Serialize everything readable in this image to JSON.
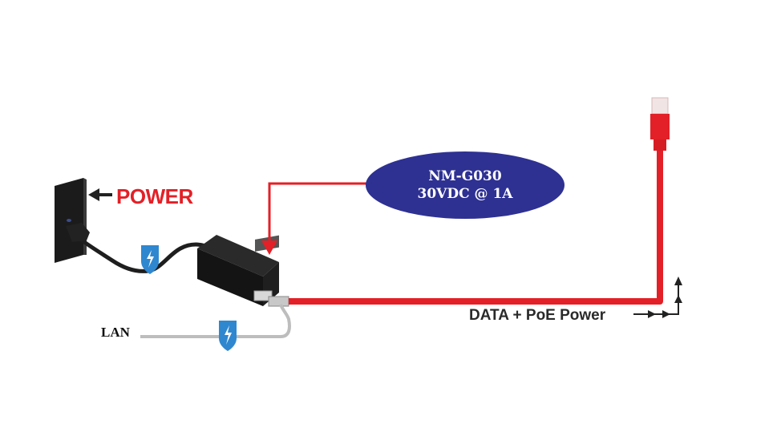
{
  "diagram": {
    "power_label": "POWER",
    "lan_label": "LAN",
    "data_label": "DATA + PoE Power",
    "injector_callout": {
      "model": "NM-G030",
      "rating": "30VDC @ 1A"
    },
    "colors": {
      "power_red": "#e32027",
      "callout_blue": "#2e3192",
      "surge_shield_blue": "#2f87d0",
      "lan_cable_gray": "#b8b8b8"
    },
    "icons": [
      "wall-outlet-icon",
      "surge-protection-shield-icon",
      "poe-injector-icon",
      "rj45-connector-icon",
      "arrow-icon"
    ]
  }
}
